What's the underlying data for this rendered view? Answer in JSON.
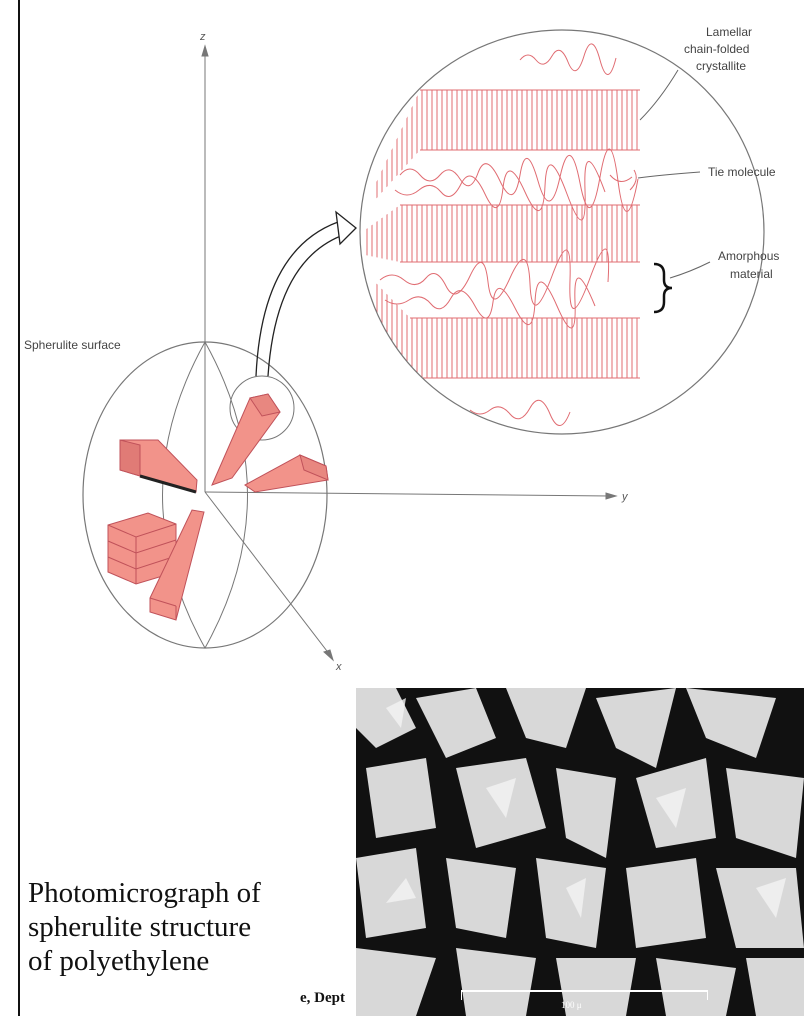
{
  "diagram": {
    "labels": {
      "lamellar_line1": "Lamellar",
      "lamellar_line2": "chain-folded",
      "lamellar_line3": "crystallite",
      "tie_molecule": "Tie molecule",
      "amorphous_line1": "Amorphous",
      "amorphous_line2": "material",
      "spherulite_surface": "Spherulite surface"
    },
    "axes": {
      "z_top": "z",
      "y": "y",
      "x": "x"
    },
    "colors": {
      "crystal_fill": "#f2938a",
      "crystal_line": "#d9626a",
      "outline": "#777777",
      "axis": "#666666"
    }
  },
  "caption": {
    "line1": "Photomicrograph of",
    "line2": "spherulite  structure",
    "line3": "of polyethylene"
  },
  "cut_text": "e, Dept",
  "micrograph": {
    "scale_label": "100 μ"
  }
}
